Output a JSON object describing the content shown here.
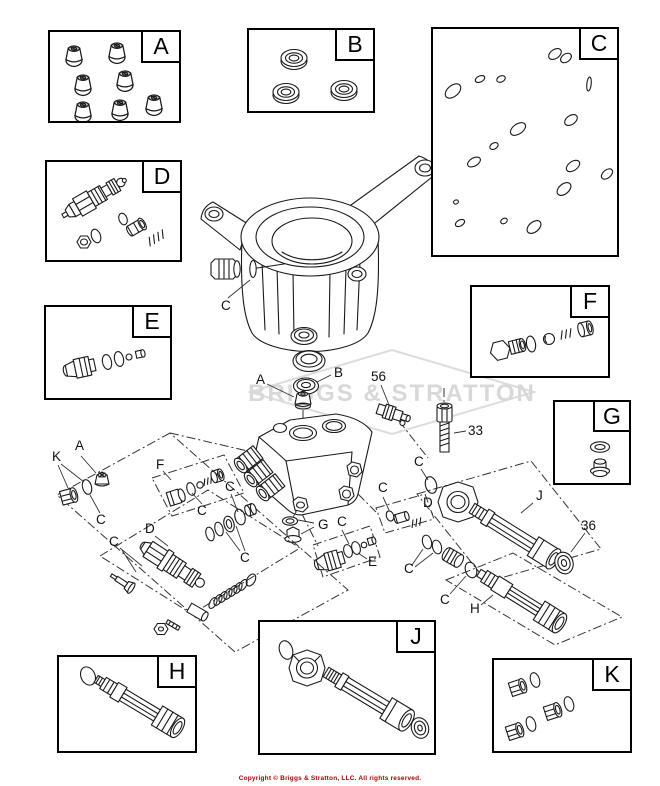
{
  "watermark": {
    "text": "BRIGGS & STRATTON"
  },
  "footer": {
    "copyright": "Copyright © Briggs & Stratton, LLC. All rights reserved."
  },
  "detail_boxes": [
    {
      "id": "A",
      "label": "A",
      "contents": "valve-cap-icons"
    },
    {
      "id": "B",
      "label": "B",
      "contents": "oil-seal-icons"
    },
    {
      "id": "C",
      "label": "C",
      "contents": "o-ring-icons"
    },
    {
      "id": "D",
      "label": "D",
      "contents": "unloader-valve-kit-icons"
    },
    {
      "id": "E",
      "label": "E",
      "contents": "injection-fitting-kit-icons"
    },
    {
      "id": "F",
      "label": "F",
      "contents": "check-valve-kit-icons"
    },
    {
      "id": "G",
      "label": "G",
      "contents": "o-ring-and-plug-icons"
    },
    {
      "id": "H",
      "label": "H",
      "contents": "inlet-tube-icon"
    },
    {
      "id": "J",
      "label": "J",
      "contents": "outlet-tube-kit-icons"
    },
    {
      "id": "K",
      "label": "K",
      "contents": "plug-and-o-ring-icons"
    }
  ],
  "callouts": {
    "A": "A",
    "B": "B",
    "C": "C",
    "D": "D",
    "E": "E",
    "F": "F",
    "G": "G",
    "H": "H",
    "J": "J",
    "K": "K",
    "n33": "33",
    "n36": "36",
    "n56": "56"
  },
  "colors": {
    "line": "#1a1a1a",
    "watermark": "#d8d8d8",
    "copyright": "#aa0000"
  }
}
